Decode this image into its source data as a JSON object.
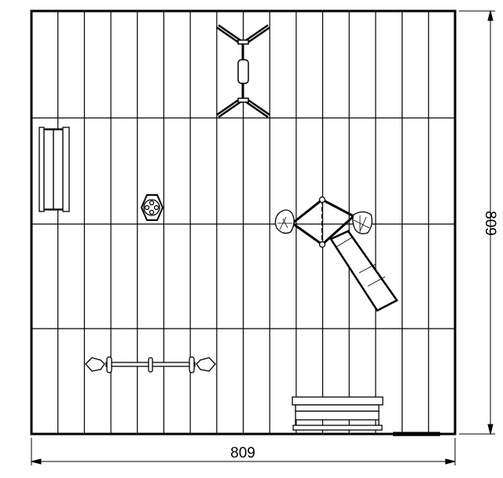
{
  "drawing": {
    "width_label": "809",
    "height_label": "809",
    "colors": {
      "line": "#000000",
      "background": "#ffffff"
    },
    "items": [
      "bench",
      "bench",
      "spring-rider",
      "climbing-frame",
      "play-tower-with-slide",
      "seesaw"
    ]
  }
}
